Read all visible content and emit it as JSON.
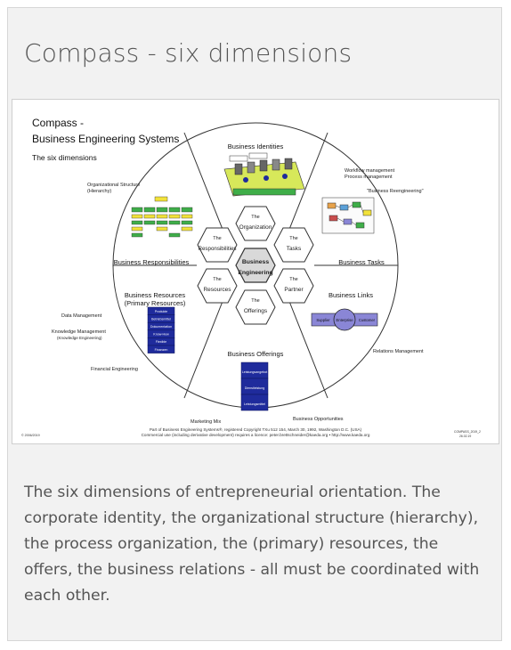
{
  "page": {
    "title": "Compass - six dimensions",
    "caption": "The six dimensions of entrepreneurial orientation. The corporate identity, the organizational structure (hierarchy), the process organization, the (primary) resources, the offers, the business relations - all must be coordinated with each other."
  },
  "figure": {
    "heading1": "Compass -",
    "heading2": "Business Engineering Systems",
    "subheading": "The six dimensions",
    "sectors": {
      "identities": "Business Identities",
      "tasks": "Business Tasks",
      "links": "Business Links",
      "offerings": "Business Offerings",
      "resources1": "Business Resources",
      "resources2": "(Primary Resources)",
      "responsibilities": "Business Responsibilities"
    },
    "outer_labels": {
      "org_structure1": "Organizational Structure",
      "org_structure2": "(Hierarchy)",
      "workflow": "Workflow management",
      "process": "Process management",
      "reengineering": "\"Business Reengineering\"",
      "data_mgmt": "Data Management",
      "knowledge_mgmt": "Knowledge Management",
      "knowledge_eng": "(Knowledge Engineering)",
      "financial_eng": "Financial Engineering",
      "relations_mgmt": "Relations Management",
      "marketing_mix": "Marketing Mix",
      "opportunities": "Business Opportunities"
    },
    "hexagons": {
      "the": "The",
      "organization": "Organization",
      "tasks": "Tasks",
      "partner": "Partner",
      "offerings": "Offerings",
      "resources": "Resources",
      "responsibilities": "Responsibilities",
      "center1": "Business",
      "center2": "Engineering"
    },
    "resource_stack": [
      "Produkte",
      "Betriebsmittel",
      "Dokumentation",
      "Know-How",
      "Flexible",
      "Finanzen"
    ],
    "links_boxes": {
      "left": "Supplier",
      "middle": "Enterprise",
      "right": "Customer"
    },
    "offer_stack": [
      "Leistungsangebot",
      "Dienstleistung",
      "Leistungsmittel"
    ],
    "footer1": "Part of Business Engineering Systems®, registered Copyright TXu 512 154, March 30, 1992, Washington D.C. (USA)",
    "footer2": "Commercial use (including derivative development) requires a licence: peter.brettschneider@kaeda.org • http://www.kaeda.org",
    "corner_left": "© 2006/2019",
    "corner_right1": "COMPASS_2019_2",
    "corner_right2": "26.02.19"
  },
  "colors": {
    "card_bg": "#f2f2f2",
    "title_text": "#555555",
    "hex_center": "#d9d9d9",
    "stack_blue": "#1f2b9c",
    "links_purple": "#8a86d6",
    "green_boxes": "#3fae49",
    "yellow_boxes": "#f2e23a"
  }
}
